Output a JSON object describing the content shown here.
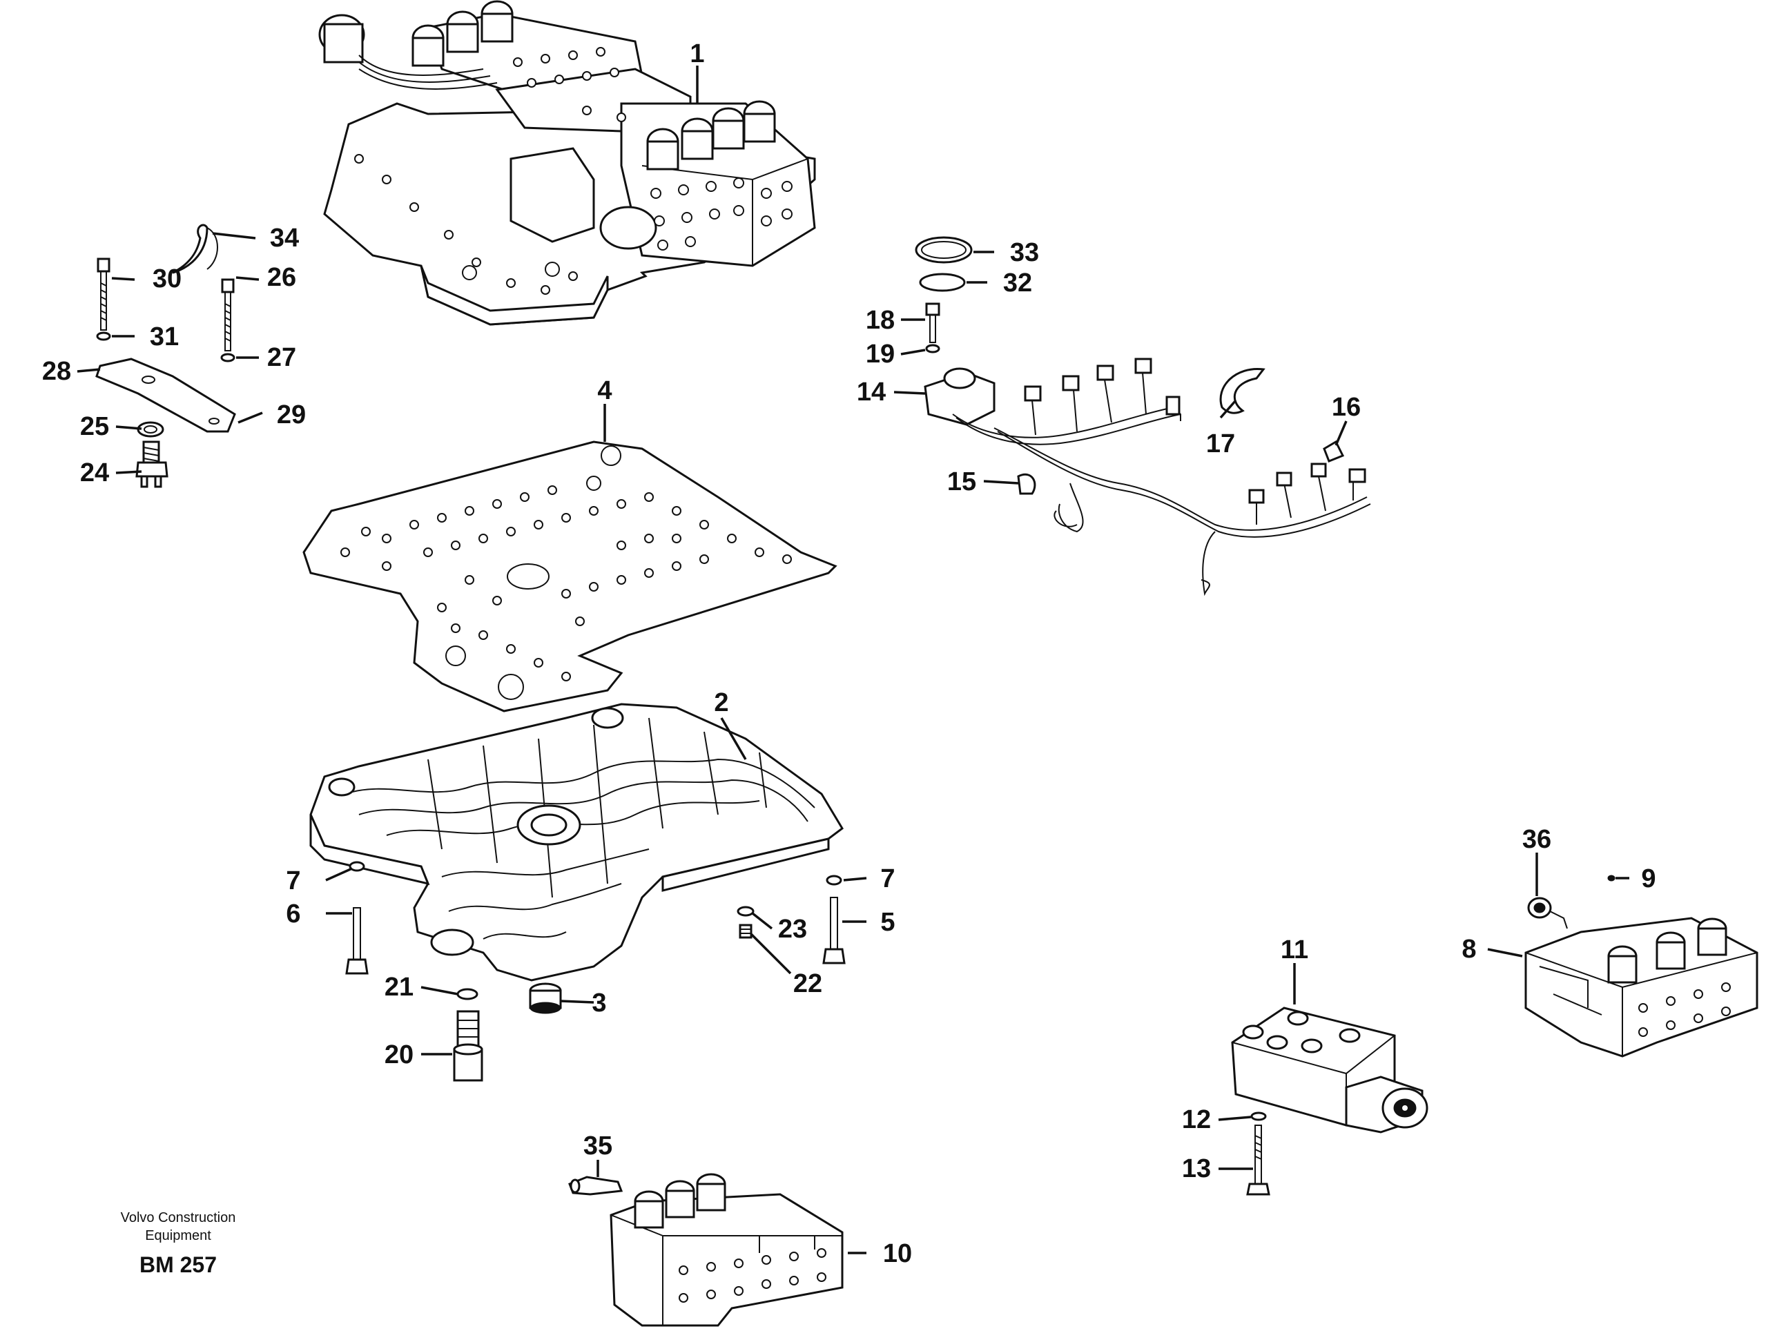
{
  "credit": {
    "line1": "Volvo Construction",
    "line2": "Equipment",
    "code": "BM 257"
  },
  "callouts": [
    "1",
    "2",
    "3",
    "4",
    "5",
    "6",
    "7",
    "7",
    "8",
    "9",
    "10",
    "11",
    "12",
    "13",
    "14",
    "15",
    "16",
    "17",
    "18",
    "19",
    "20",
    "21",
    "22",
    "23",
    "24",
    "25",
    "26",
    "27",
    "28",
    "29",
    "30",
    "31",
    "32",
    "33",
    "34",
    "35",
    "36"
  ]
}
